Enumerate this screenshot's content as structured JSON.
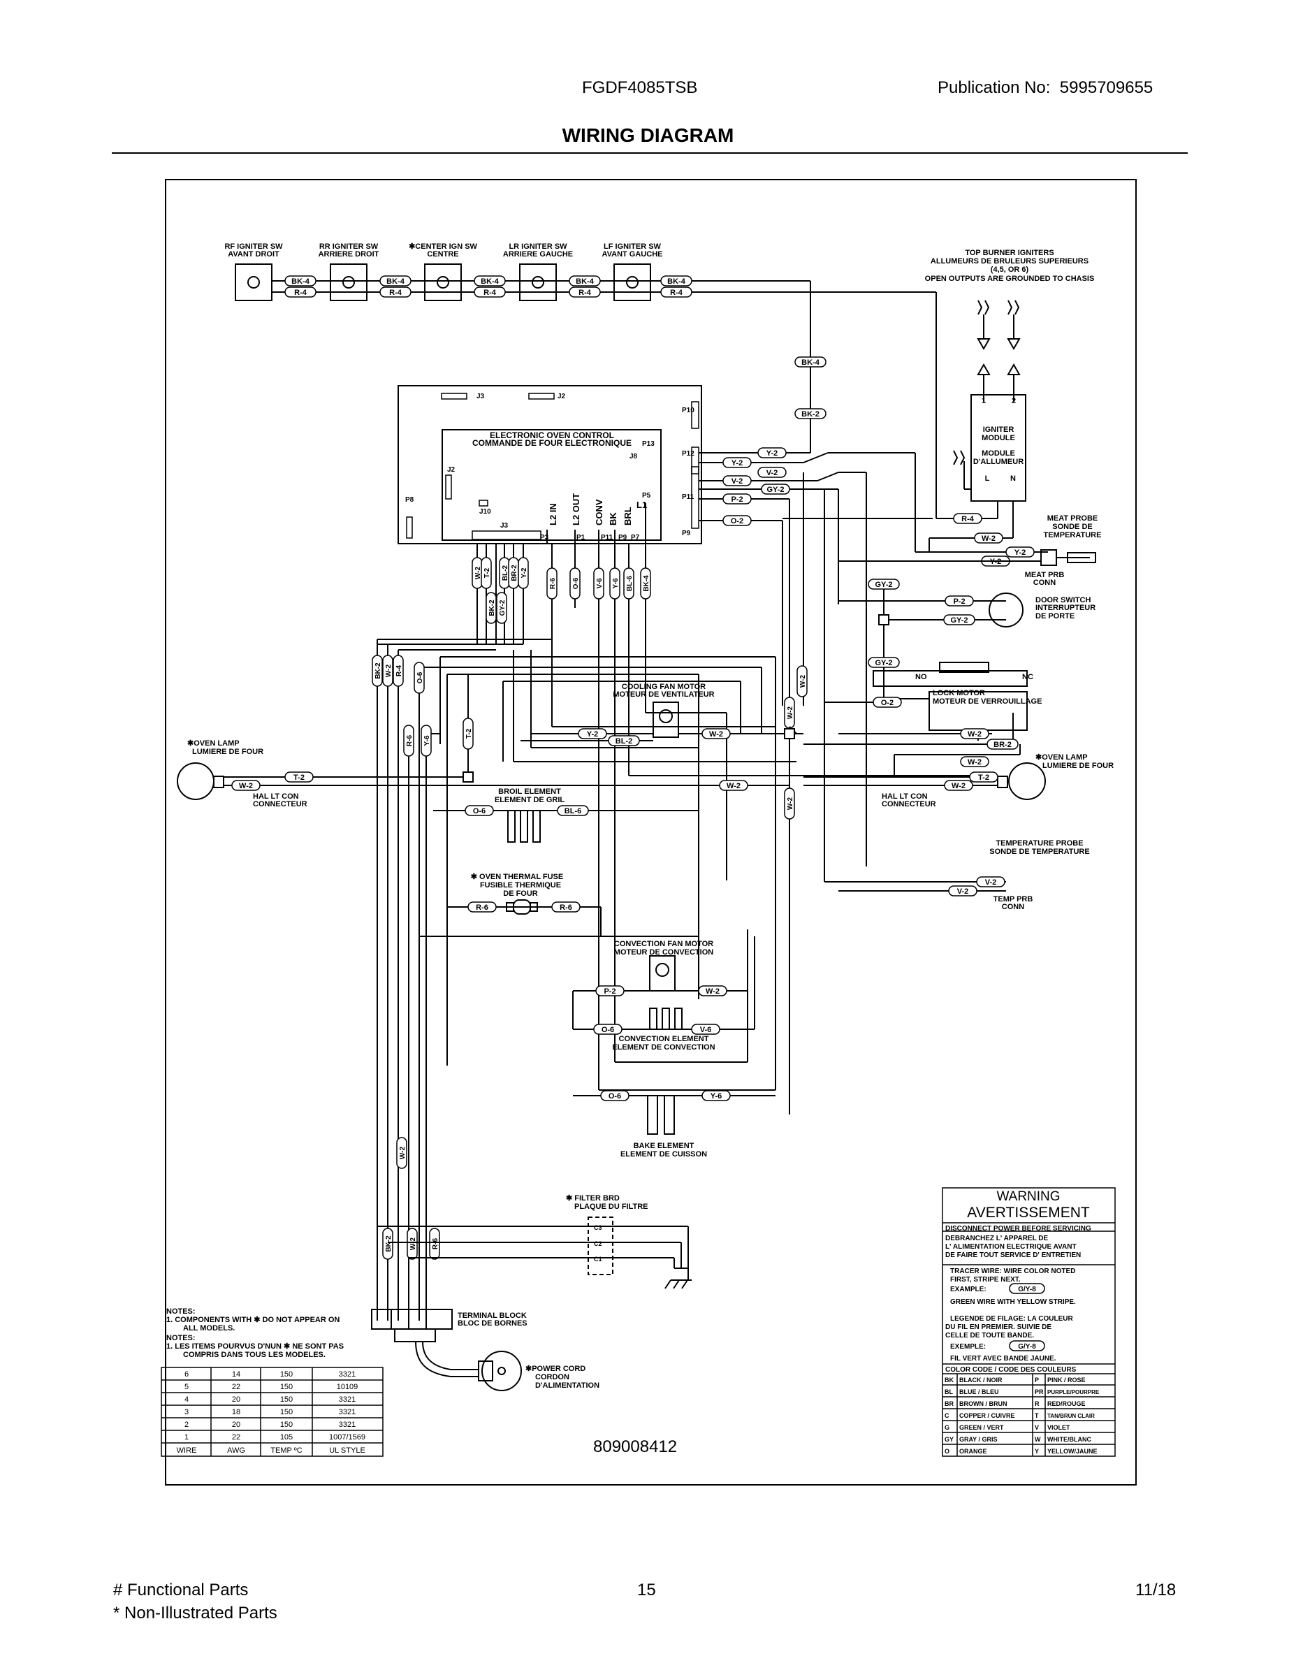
{
  "header": {
    "model": "FGDF4085TSB",
    "publication_label": "Publication No:",
    "publication_no": "5995709655",
    "title": "WIRING DIAGRAM"
  },
  "switches": [
    {
      "label1": "RF IGNITER SW",
      "label2": "AVANT DROIT"
    },
    {
      "label1": "RR IGNITER SW",
      "label2": "ARRIERE DROIT"
    },
    {
      "label1": "✱CENTER IGN SW",
      "label2": "CENTRE"
    },
    {
      "label1": "LR IGNITER SW",
      "label2": "ARRIERE GAUCHE"
    },
    {
      "label1": "LF IGNITER SW",
      "label2": "AVANT GAUCHE"
    }
  ],
  "wire_tags": {
    "bk4": "BK-4",
    "r4": "R-4",
    "bk2": "BK-2",
    "y2": "Y-2",
    "v2": "V-2",
    "p2": "P-2",
    "gy2": "GY-2",
    "o2": "O-2",
    "w2": "W-2",
    "r6": "R-6",
    "o6": "O-6",
    "bl6": "BL-6",
    "y6": "Y-6",
    "v6": "V-6",
    "bl2": "BL-2",
    "br2": "BR-2",
    "t2": "T-2"
  },
  "top_burner": {
    "line1": "TOP BURNER IGNITERS",
    "line2": "ALLUMEURS DE BRULEURS SUPERIEURS",
    "line3": "(4,5, OR 6)",
    "line4": "OPEN OUTPUTS ARE GROUNDED TO CHASIS"
  },
  "igniter_module": {
    "line1": "IGNITER",
    "line2": "MODULE",
    "line3": "MODULE",
    "line4": "D'ALLUMEUR",
    "l": "L",
    "n": "N",
    "p1": "1",
    "p2": "2"
  },
  "control": {
    "line1": "ELECTRONIC OVEN CONTROL",
    "line2": "COMMANDE DE FOUR ELECTRONIQUE",
    "j3": "J3",
    "j2": "J2",
    "j8": "J8",
    "j10": "J10",
    "j2b": "J2",
    "p8": "P8",
    "p10": "P10",
    "p13": "P13",
    "p12": "P12",
    "p11": "P11",
    "p9": "P9",
    "p5": "P5",
    "l1": "L1",
    "pins": [
      "P3",
      "P1",
      "P11",
      "P9",
      "P7"
    ],
    "vlabels": [
      "L2 IN",
      "L2 OUT",
      "CONV",
      "BK",
      "BRL"
    ]
  },
  "meat_probe": {
    "line1": "MEAT PROBE",
    "line2": "SONDE DE",
    "line3": "TEMPERATURE",
    "conn1": "MEAT PRB",
    "conn2": "CONN"
  },
  "door_switch": {
    "line1": "DOOR SWITCH",
    "line2": "INTERRUPTEUR",
    "line3": "DE PORTE"
  },
  "lock_motor": {
    "line1": "LOCK MOTOR",
    "line2": "MOTEUR DE VERROUILLAGE",
    "no": "NO",
    "nc": "NC"
  },
  "cooling_fan": {
    "line1": "COOLING FAN MOTOR",
    "line2": "MOTEUR DE VENTILATEUR"
  },
  "oven_lamp_left": {
    "line1": "✱OVEN LAMP",
    "line2": "LUMIERE DE FOUR"
  },
  "oven_lamp_right": {
    "line1": "✱OVEN LAMP",
    "line2": "LUMIERE DE FOUR"
  },
  "hal_left": {
    "line1": "HAL LT CON",
    "line2": "CONNECTEUR"
  },
  "hal_right": {
    "line1": "HAL LT CON",
    "line2": "CONNECTEUR"
  },
  "broil": {
    "line1": "BROIL ELEMENT",
    "line2": "ELEMENT DE GRIL"
  },
  "temp_probe": {
    "line1": "TEMPERATURE PROBE",
    "line2": "SONDE DE TEMPERATURE",
    "conn1": "TEMP PRB",
    "conn2": "CONN"
  },
  "thermal_fuse": {
    "line1": "✱ OVEN THERMAL FUSE",
    "line2": "FUSIBLE THERMIQUE",
    "line3": "DE FOUR"
  },
  "convection_fan": {
    "line1": "CONVECTION FAN MOTOR",
    "line2": "MOTEUR DE CONVECTION"
  },
  "convection_element": {
    "line1": "CONVECTION ELEMENT",
    "line2": "ELEMENT DE CONVECTION"
  },
  "bake_element": {
    "line1": "BAKE ELEMENT",
    "line2": "ELEMENT DE CUISSON"
  },
  "filter": {
    "line1": "✱  FILTER BRD",
    "line2": "PLAQUE DU FILTRE",
    "c1": "C1",
    "c2": "C2",
    "c3": "C3"
  },
  "terminal_block": {
    "line1": "TERMINAL BLOCK",
    "line2": "BLOC DE BORNES"
  },
  "power_cord": {
    "line1": "✱POWER CORD",
    "line2": "CORDON",
    "line3": "D'ALIMENTATION"
  },
  "notes": {
    "h1": "NOTES:",
    "n1a": "1.   COMPONENTS WITH ✱ DO NOT APPEAR ON",
    "n1b": "ALL MODELS.",
    "h2": "NOTES:",
    "n2a": "1.   LES ITEMS POURVUS D'NUN ✱ NE SONT PAS",
    "n2b": "COMPRIS DANS TOUS LES MODELES."
  },
  "wire_table": {
    "headers": [
      "WIRE",
      "AWG",
      "TEMP ºC",
      "UL STYLE"
    ],
    "rows": [
      [
        "6",
        "14",
        "150",
        "3321"
      ],
      [
        "5",
        "22",
        "150",
        "10109"
      ],
      [
        "4",
        "20",
        "150",
        "3321"
      ],
      [
        "3",
        "18",
        "150",
        "3321"
      ],
      [
        "2",
        "20",
        "150",
        "3321"
      ],
      [
        "1",
        "22",
        "105",
        "1007/1569"
      ]
    ]
  },
  "diagram_no": "809008412",
  "warning": {
    "title1": "WARNING",
    "title2": "AVERTISSEMENT",
    "lines": [
      "DISCONNECT POWER BEFORE SERVICING",
      "DEBRANCHEZ  L' APPAREL DE",
      "L' ALIMENTATION  ELECTRIQUE  AVANT",
      "DE  FAIRE  TOUT  SERVICE  D' ENTRETIEN",
      "TRACER WIRE:   WIRE COLOR NOTED",
      "FIRST, STRIPE NEXT.",
      "EXAMPLE:",
      "GREEN WIRE WITH YELLOW STRIPE.",
      "LEGENDE DE FILAGE:   LA COULEUR",
      "DU  FIL  EN  PREMIER.  SUIVIE  DE",
      "CELLE  DE  TOUTE  BANDE.",
      "EXEMPLE:",
      "FIL  VERT  AVEC  BANDE  JAUNE."
    ],
    "example_tag": "G/Y-8",
    "color_code_title": "COLOR CODE / CODE  DES  COULEURS",
    "codes": [
      [
        "BK",
        "BLACK / NOIR",
        "P",
        "PINK / ROSE"
      ],
      [
        "BL",
        "BLUE / BLEU",
        "PR",
        "PURPLE/POURPRE"
      ],
      [
        "BR",
        "BROWN / BRUN",
        "R",
        "RED/ROUGE"
      ],
      [
        "C",
        "COPPER / CUIVRE",
        "T",
        "TAN/BRUN CLAIR"
      ],
      [
        "G",
        "GREEN / VERT",
        "V",
        "VIOLET"
      ],
      [
        "GY",
        "GRAY / GRIS",
        "W",
        "WHITE/BLANC"
      ],
      [
        "O",
        "ORANGE",
        "Y",
        "YELLOW/JAUNE"
      ]
    ]
  },
  "footer": {
    "functional": "# Functional Parts",
    "non_illustrated": "* Non-Illustrated Parts",
    "page": "15",
    "date": "11/18"
  }
}
